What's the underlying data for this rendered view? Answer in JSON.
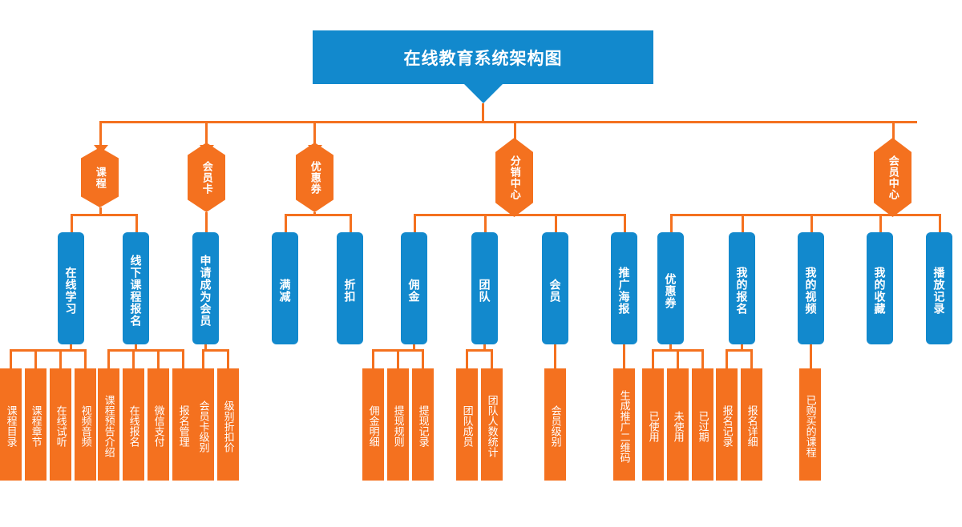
{
  "diagram": {
    "title": "在线教育系统架构图",
    "colors": {
      "blue": "#1289cd",
      "orange": "#f4711f",
      "background": "#ffffff"
    },
    "level1": [
      {
        "id": "course",
        "label": "课程"
      },
      {
        "id": "member-card",
        "label": "会员卡"
      },
      {
        "id": "coupon",
        "label": "优惠券"
      },
      {
        "id": "distribution",
        "label": "分销中心"
      },
      {
        "id": "member-hub",
        "label": "会员中心"
      }
    ],
    "level2": [
      {
        "id": "online-study",
        "label": "在线学习"
      },
      {
        "id": "offline-signup",
        "label": "线下课程报名"
      },
      {
        "id": "apply-member",
        "label": "申请成为会员"
      },
      {
        "id": "full-reduction",
        "label": "满减"
      },
      {
        "id": "discount",
        "label": "折扣"
      },
      {
        "id": "commission",
        "label": "佣金"
      },
      {
        "id": "team",
        "label": "团队"
      },
      {
        "id": "member",
        "label": "会员"
      },
      {
        "id": "promo-poster",
        "label": "推广海报"
      },
      {
        "id": "my-coupon",
        "label": "优惠券"
      },
      {
        "id": "my-signup",
        "label": "我的报名"
      },
      {
        "id": "my-video",
        "label": "我的视频"
      },
      {
        "id": "my-favorite",
        "label": "我的收藏"
      },
      {
        "id": "play-history",
        "label": "播放记录"
      }
    ],
    "level3": [
      {
        "id": "course-catalog",
        "label": "课程目录"
      },
      {
        "id": "course-chapter",
        "label": "课程章节"
      },
      {
        "id": "online-trial",
        "label": "在线试听"
      },
      {
        "id": "video-audio",
        "label": "视频音频"
      },
      {
        "id": "course-preview",
        "label": "课程预告介绍"
      },
      {
        "id": "online-signup",
        "label": "在线报名"
      },
      {
        "id": "wechat-pay",
        "label": "微信支付"
      },
      {
        "id": "signup-manage",
        "label": "报名管理"
      },
      {
        "id": "card-level",
        "label": "会员卡级别"
      },
      {
        "id": "level-discount",
        "label": "级别折扣价"
      },
      {
        "id": "commission-detail",
        "label": "佣金明细"
      },
      {
        "id": "withdraw-rule",
        "label": "提现规则"
      },
      {
        "id": "withdraw-record",
        "label": "提现记录"
      },
      {
        "id": "team-member",
        "label": "团队成员"
      },
      {
        "id": "team-count",
        "label": "团队人数统计"
      },
      {
        "id": "member-level",
        "label": "会员级别"
      },
      {
        "id": "promo-qrcode",
        "label": "生成推广二维码"
      },
      {
        "id": "coupon-used",
        "label": "已使用"
      },
      {
        "id": "coupon-unused",
        "label": "未使用"
      },
      {
        "id": "coupon-expired",
        "label": "已过期"
      },
      {
        "id": "signup-record",
        "label": "报名记录"
      },
      {
        "id": "signup-detail",
        "label": "报名详细"
      },
      {
        "id": "purchased-course",
        "label": "已购买的课程"
      }
    ]
  }
}
